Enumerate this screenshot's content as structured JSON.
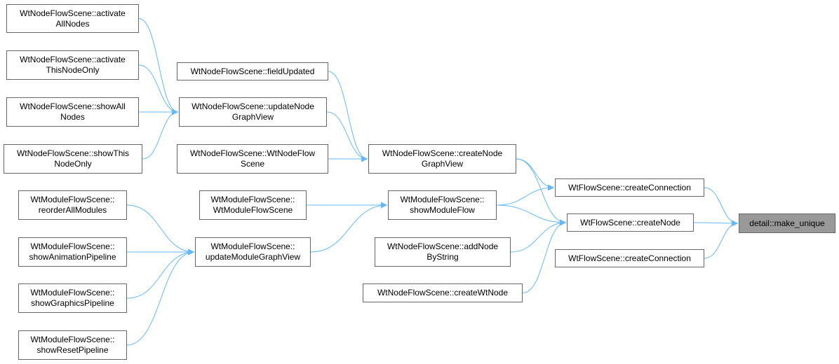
{
  "graph": {
    "edge_color": "#63b8ff",
    "node_border_color": "#666666",
    "root_fill_color": "#999999",
    "nodes": {
      "make_unique": {
        "lines": [
          "detail::make_unique"
        ]
      },
      "createConnection1": {
        "lines": [
          "WtFlowScene::createConnection"
        ]
      },
      "createNode": {
        "lines": [
          "WtFlowScene::createNode"
        ]
      },
      "createConnection2": {
        "lines": [
          "WtFlowScene::createConnection"
        ]
      },
      "createNodeGraphView": {
        "lines": [
          "WtNodeFlowScene::createNode",
          "GraphView"
        ]
      },
      "fieldUpdated": {
        "lines": [
          "WtNodeFlowScene::fieldUpdated"
        ]
      },
      "updateNodeGraphView": {
        "lines": [
          "WtNodeFlowScene::updateNode",
          "GraphView"
        ]
      },
      "wtNodeFlowScene": {
        "lines": [
          "WtNodeFlowScene::WtNodeFlow",
          "Scene"
        ]
      },
      "activateAllNodes": {
        "lines": [
          "WtNodeFlowScene::activate",
          "AllNodes"
        ]
      },
      "activateThisNodeOnly": {
        "lines": [
          "WtNodeFlowScene::activate",
          "ThisNodeOnly"
        ]
      },
      "showAllNodes": {
        "lines": [
          "WtNodeFlowScene::showAll",
          "Nodes"
        ]
      },
      "showThisNodeOnly": {
        "lines": [
          "WtNodeFlowScene::showThis",
          "NodeOnly"
        ]
      },
      "showModuleFlow": {
        "lines": [
          "WtModuleFlowScene::",
          "showModuleFlow"
        ]
      },
      "wtModuleFlowScene": {
        "lines": [
          "WtModuleFlowScene::",
          "WtModuleFlowScene"
        ]
      },
      "updateModuleGraphView": {
        "lines": [
          "WtModuleFlowScene::",
          "updateModuleGraphView"
        ]
      },
      "reorderAllModules": {
        "lines": [
          "WtModuleFlowScene::",
          "reorderAllModules"
        ]
      },
      "showAnimationPipeline": {
        "lines": [
          "WtModuleFlowScene::",
          "showAnimationPipeline"
        ]
      },
      "showGraphicsPipeline": {
        "lines": [
          "WtModuleFlowScene::",
          "showGraphicsPipeline"
        ]
      },
      "showResetPipeline": {
        "lines": [
          "WtModuleFlowScene::",
          "showResetPipeline"
        ]
      },
      "addNodeByString": {
        "lines": [
          "WtNodeFlowScene::addNode",
          "ByString"
        ]
      },
      "createWtNode": {
        "lines": [
          "WtNodeFlowScene::createWtNode"
        ]
      }
    },
    "edges": [
      [
        "createConnection1",
        "make_unique"
      ],
      [
        "createNode",
        "make_unique"
      ],
      [
        "createConnection2",
        "make_unique"
      ],
      [
        "createNodeGraphView",
        "createConnection1"
      ],
      [
        "createNodeGraphView",
        "createNode"
      ],
      [
        "showModuleFlow",
        "createConnection1"
      ],
      [
        "showModuleFlow",
        "createNode"
      ],
      [
        "addNodeByString",
        "createNode"
      ],
      [
        "createWtNode",
        "createNode"
      ],
      [
        "fieldUpdated",
        "createNodeGraphView"
      ],
      [
        "updateNodeGraphView",
        "createNodeGraphView"
      ],
      [
        "wtNodeFlowScene",
        "createNodeGraphView"
      ],
      [
        "activateAllNodes",
        "updateNodeGraphView"
      ],
      [
        "activateThisNodeOnly",
        "updateNodeGraphView"
      ],
      [
        "showAllNodes",
        "updateNodeGraphView"
      ],
      [
        "showThisNodeOnly",
        "updateNodeGraphView"
      ],
      [
        "wtModuleFlowScene",
        "showModuleFlow"
      ],
      [
        "updateModuleGraphView",
        "showModuleFlow"
      ],
      [
        "reorderAllModules",
        "updateModuleGraphView"
      ],
      [
        "showAnimationPipeline",
        "updateModuleGraphView"
      ],
      [
        "showGraphicsPipeline",
        "updateModuleGraphView"
      ],
      [
        "showResetPipeline",
        "updateModuleGraphView"
      ]
    ]
  }
}
